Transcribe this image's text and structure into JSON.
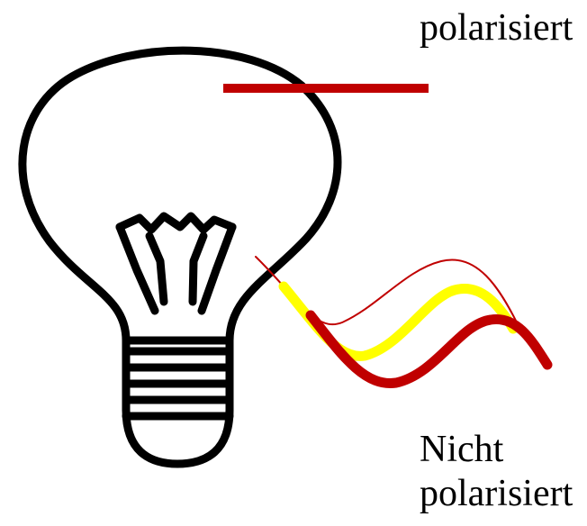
{
  "labels": {
    "polarized": "polarisiert",
    "unpolarized_line1": "Nicht",
    "unpolarized_line2": "polarisiert"
  },
  "icons": {
    "bulb": "light-bulb-icon"
  },
  "colors": {
    "outline": "#000000",
    "polarized_line": "#c00000",
    "wave_red": "#c00000",
    "wave_yellow": "#ffff00",
    "background": "#ffffff"
  }
}
